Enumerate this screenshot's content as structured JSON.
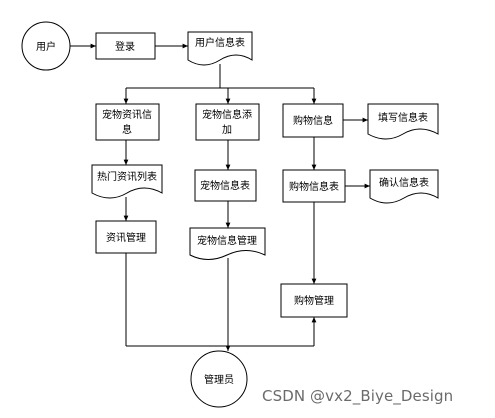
{
  "nodes": {
    "user": "用户",
    "login": "登录",
    "user_info_table": "用户信息表",
    "pet_news_info_line1": "宠物资讯信",
    "pet_news_info_line2": "息",
    "pet_info_add_line1": "宠物信息添",
    "pet_info_add_line2": "加",
    "purchase_info": "购物信息",
    "fill_info_table": "填写信息表",
    "hot_news_list": "热门资讯列表",
    "pet_info_table": "宠物信息表",
    "purchase_info_table": "购物信息表",
    "confirm_info_table": "确认信息表",
    "news_management": "资讯管理",
    "pet_info_management": "宠物信息管理",
    "purchase_management": "购物管理",
    "admin": "管理员"
  },
  "watermark": "CSDN @vx2_Biye_Design"
}
